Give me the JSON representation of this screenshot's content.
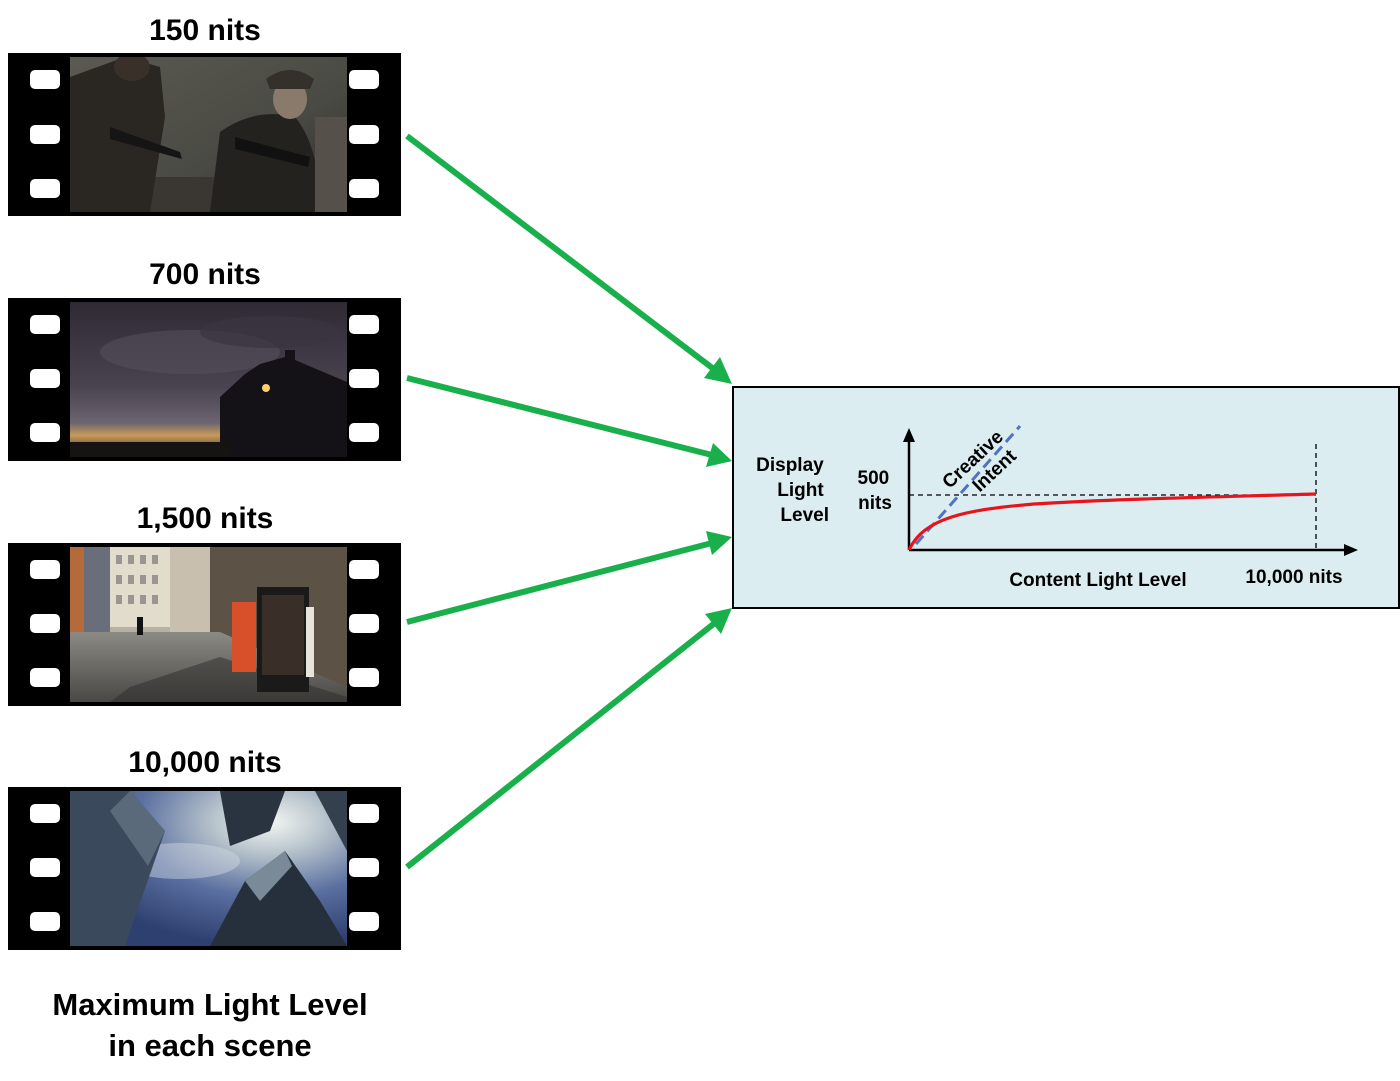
{
  "scenes": [
    {
      "label": "150 nits",
      "image": "two-soldiers-scene"
    },
    {
      "label": "700 nits",
      "image": "dusk-silhouette-scene"
    },
    {
      "label": "1,500 nits",
      "image": "city-street-scene"
    },
    {
      "label": "10,000 nits",
      "image": "skyscrapers-sky-scene"
    }
  ],
  "caption": {
    "line1": "Maximum Light Level",
    "line2": "in each scene"
  },
  "graph": {
    "y_label_lines": [
      "Display",
      "Light",
      "Level"
    ],
    "y_marker_lines": [
      "500",
      "nits"
    ],
    "x_label": "Content Light Level",
    "x_marker": "10,000 nits",
    "intent_lines": [
      "Creative",
      "Intent"
    ],
    "curve_color": "#e8141b",
    "intent_color": "#4f72c2"
  },
  "colors": {
    "arrow": "#19b04b",
    "box_fill": "#dcedf2"
  }
}
